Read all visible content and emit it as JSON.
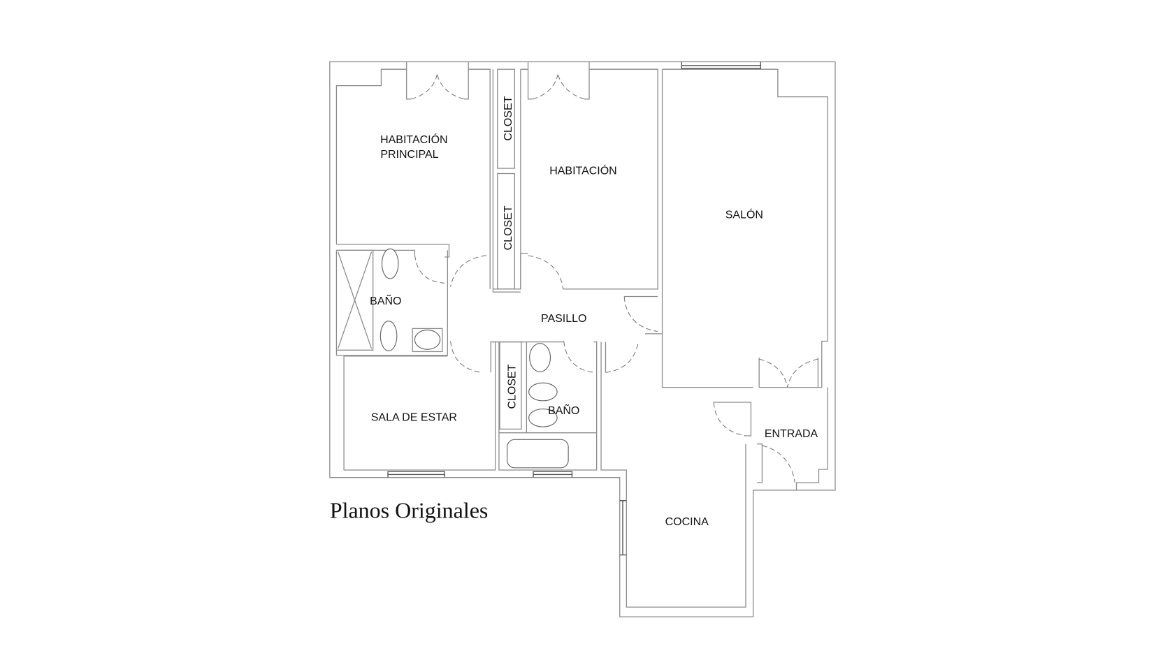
{
  "title": "Planos Originales",
  "rooms": {
    "master_bedroom_line1": "HABITACIÓN",
    "master_bedroom_line2": "PRINCIPAL",
    "closet_1": "CLOSET",
    "closet_2": "CLOSET",
    "closet_3": "CLOSET",
    "bedroom": "HABITACIÓN",
    "living_room": "SALÓN",
    "bathroom_1": "BAÑO",
    "hallway": "PASILLO",
    "sitting_room": "SALA DE ESTAR",
    "bathroom_2": "BAÑO",
    "entrance": "ENTRADA",
    "kitchen": "COCINA"
  }
}
